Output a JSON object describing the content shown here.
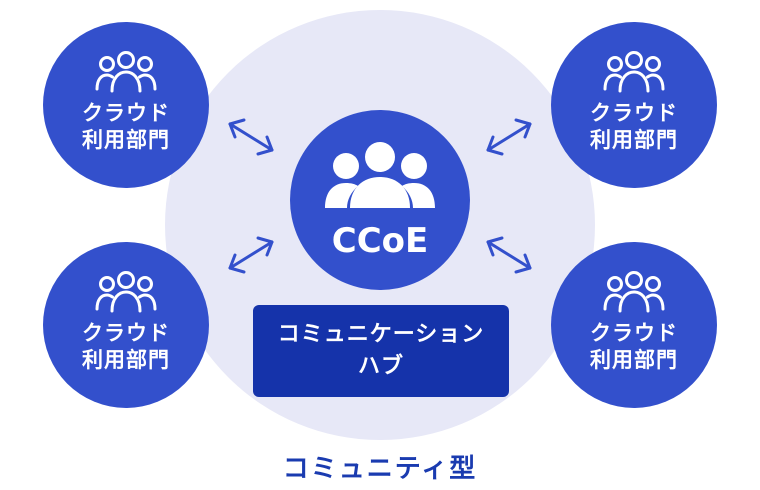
{
  "diagram": {
    "title": "コミュニティ型",
    "center": {
      "label": "CCoE",
      "icon": "people-group-icon"
    },
    "hub": {
      "line1": "コミュニケーション",
      "line2": "ハブ"
    },
    "departments": [
      {
        "line1": "クラウド",
        "line2": "利用部門",
        "icon": "people-outline-icon",
        "position": "top-left"
      },
      {
        "line1": "クラウド",
        "line2": "利用部門",
        "icon": "people-outline-icon",
        "position": "bottom-left"
      },
      {
        "line1": "クラウド",
        "line2": "利用部門",
        "icon": "people-outline-icon",
        "position": "top-right"
      },
      {
        "line1": "クラウド",
        "line2": "利用部門",
        "icon": "people-outline-icon",
        "position": "bottom-right"
      }
    ],
    "connections": [
      {
        "from": "department-top-left",
        "to": "center",
        "type": "bidirectional"
      },
      {
        "from": "department-bottom-left",
        "to": "center",
        "type": "bidirectional"
      },
      {
        "from": "department-top-right",
        "to": "center",
        "type": "bidirectional"
      },
      {
        "from": "department-bottom-right",
        "to": "center",
        "type": "bidirectional"
      }
    ],
    "colors": {
      "node": "#3350cc",
      "hub": "#1533aa",
      "community_area": "#e7e8f7",
      "caption": "#1a3bb0",
      "text_on_node": "#ffffff"
    }
  }
}
